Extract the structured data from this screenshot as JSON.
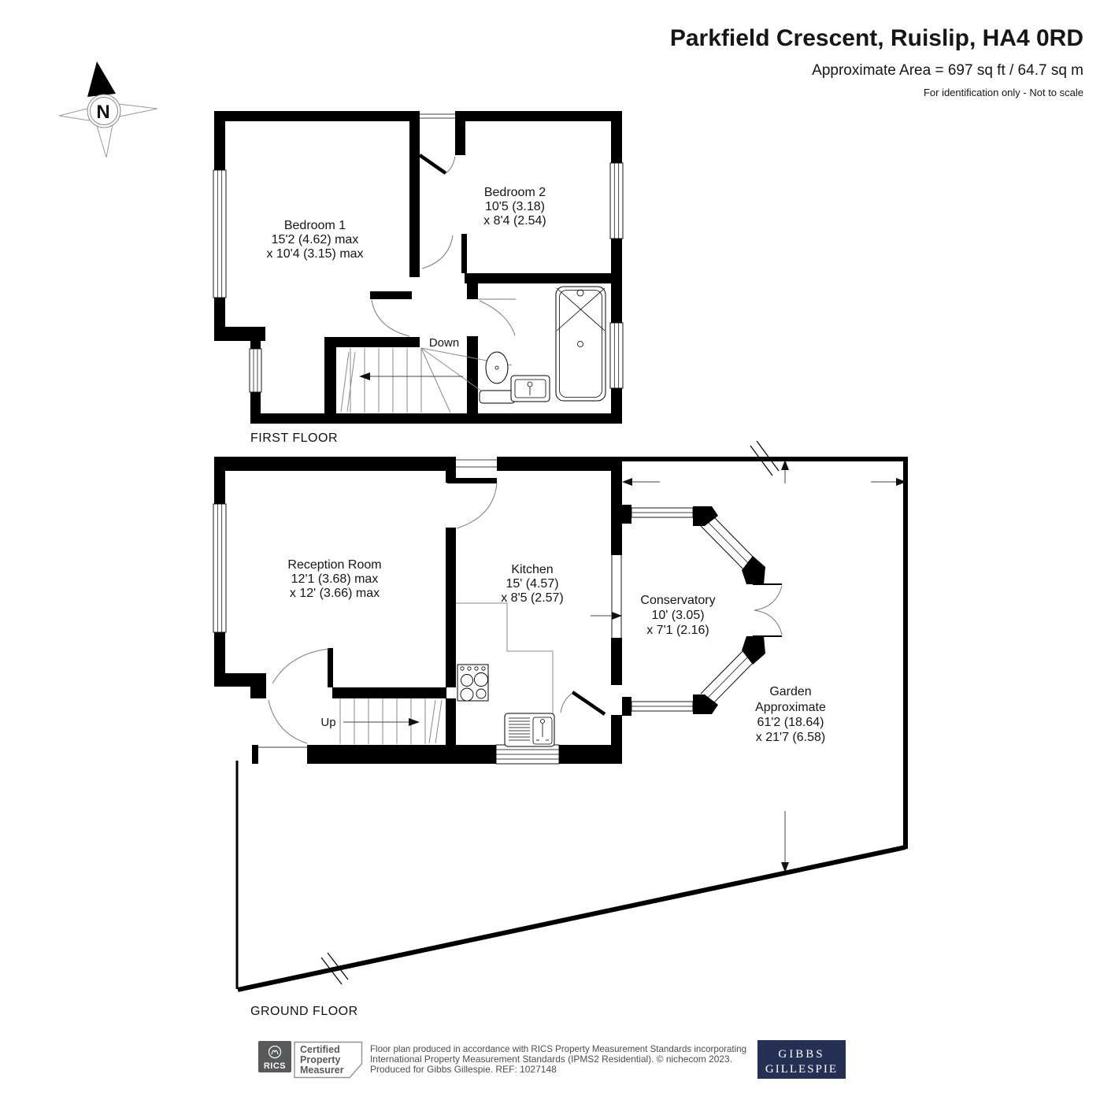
{
  "header": {
    "title": "Parkfield Crescent, Ruislip, HA4 0RD",
    "area_line": "Approximate Area = 697 sq ft / 64.7 sq m",
    "note_line": "For identification only - Not to scale"
  },
  "compass": {
    "north_label": "N"
  },
  "first_floor": {
    "floor_label": "FIRST FLOOR",
    "stairs_label": "Down",
    "bedroom1": {
      "name": "Bedroom 1",
      "dim_line1": "15'2 (4.62) max",
      "dim_line2": "x 10'4 (3.15) max"
    },
    "bedroom2": {
      "name": "Bedroom 2",
      "dim_line1": "10'5 (3.18)",
      "dim_line2": "x 8'4 (2.54)"
    }
  },
  "ground_floor": {
    "floor_label": "GROUND FLOOR",
    "stairs_label": "Up",
    "reception": {
      "name": "Reception Room",
      "dim_line1": "12'1 (3.68) max",
      "dim_line2": "x 12' (3.66) max"
    },
    "kitchen": {
      "name": "Kitchen",
      "dim_line1": "15' (4.57)",
      "dim_line2": "x 8'5 (2.57)"
    },
    "conservatory": {
      "name": "Conservatory",
      "dim_line1": "10' (3.05)",
      "dim_line2": "x 7'1 (2.16)"
    },
    "garden": {
      "name": "Garden",
      "qualifier": "Approximate",
      "dim_line1": "61'2 (18.64)",
      "dim_line2": "x 21'7 (6.58)"
    }
  },
  "footer": {
    "rics_badge": {
      "brand": "RICS",
      "title_line1": "Certified",
      "title_line2": "Property",
      "title_line3": "Measurer"
    },
    "disclaimer_line1": "Floor plan produced in accordance with RICS Property Measurement Standards incorporating",
    "disclaimer_line2": "International Property Measurement Standards (IPMS2 Residential).   © nichecom 2023.",
    "disclaimer_line3": "Produced for Gibbs Gillespie.   REF:  1027148",
    "agent_logo": {
      "line1": "GIBBS",
      "line2": "GILLESPIE"
    }
  },
  "colors": {
    "wall_black": "#000000",
    "rics_gray": "#58595b",
    "logo_navy": "#263055",
    "text_gray": "#4d4d4d"
  }
}
